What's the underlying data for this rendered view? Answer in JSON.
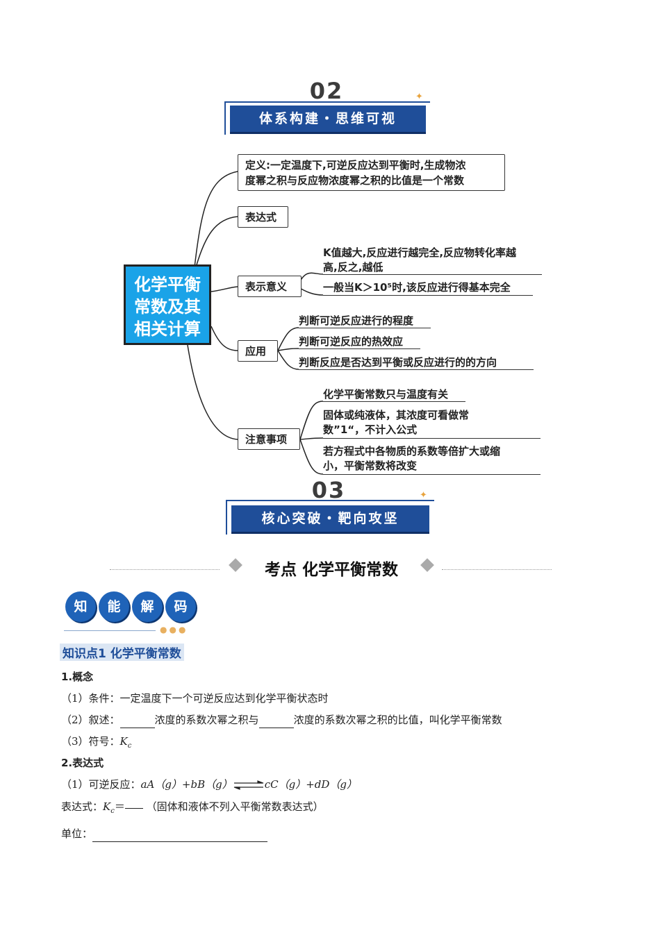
{
  "section02": {
    "number": "02",
    "title": "体系构建・思维可视"
  },
  "mindmap": {
    "center": [
      "化学平衡",
      "常数及其",
      "相关计算"
    ],
    "definition": [
      "定义:一定温度下,可逆反应达到平衡时,生成物浓",
      "度幂之积与反应物浓度幂之积的比值是一个常数"
    ],
    "expression": "表达式",
    "meaning": {
      "label": "表示意义",
      "items": [
        [
          "K值越大,反应进行越完全,反应物转化率越",
          "高,反之,越低"
        ],
        "一般当K＞10⁵时,该反应进行得基本完全"
      ]
    },
    "application": {
      "label": "应用",
      "items": [
        "判断可逆反应进行的程度",
        "判断可逆反应的热效应",
        "判断反应是否达到平衡或反应进行的的方向"
      ]
    },
    "notes": {
      "label": "注意事项",
      "items": [
        "化学平衡常数只与温度有关",
        [
          "固体或纯液体，其浓度可看做常",
          "数”1“，不计入公式"
        ],
        [
          "若方程式中各物质的系数等倍扩大或缩",
          "小，平衡常数将改变"
        ]
      ]
    }
  },
  "section03": {
    "number": "03",
    "title": "核心突破・靶向攻坚"
  },
  "kaodian": {
    "title": "考点 化学平衡常数"
  },
  "badges": [
    "知",
    "能",
    "解",
    "码"
  ],
  "knowledge": {
    "label": "知识点1  化学平衡常数",
    "h1": "1.概念",
    "l1": "（1）条件：一定温度下一个可逆反应达到化学平衡状态时",
    "l2a": "（2）叙述：",
    "l2b": "浓度的系数次幂之积与",
    "l2c": "浓度的系数次幂之积的比值，叫化学平衡常数",
    "l3a": "（3）符号：",
    "l3b": "K",
    "l3c": "c",
    "h2": "2.表达式",
    "r1": "（1）可逆反应：",
    "r2": "aA（g）+bB（g）",
    "r3": "cC（g）+dD（g）",
    "e1": "表达式：",
    "e2": "K",
    "e3": "c",
    "e4": "＝",
    "e5": "（固体和液体不列入平衡常数表达式）",
    "unit": "单位："
  },
  "colors": {
    "banner": "#1f4e99",
    "center": "#1aa3e8",
    "badge": "#1f63b8"
  }
}
